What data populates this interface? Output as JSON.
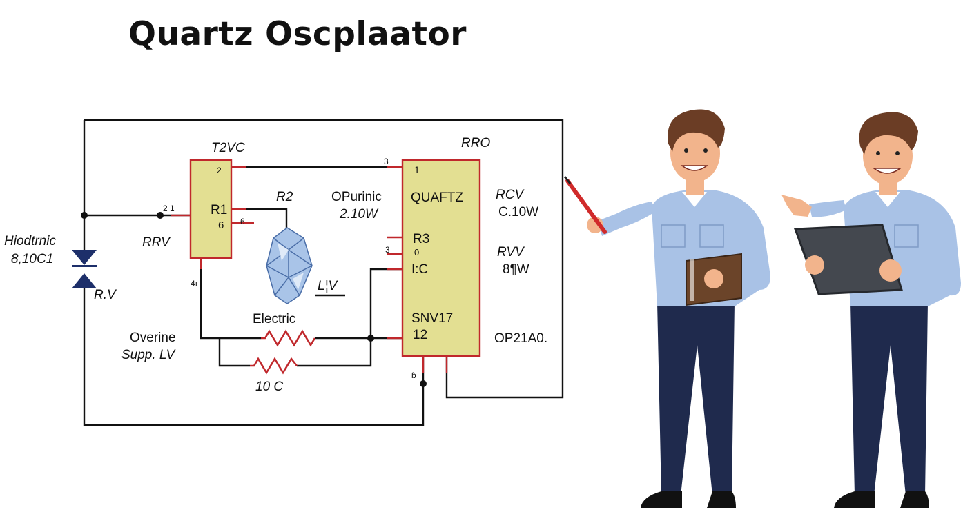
{
  "title": "Quartz Oscplaator",
  "labels": {
    "t2vc": "T2VC",
    "rro": "RRO",
    "r2": "R2",
    "opurinic": "OPurinic",
    "opurinic_val": "2.10W",
    "rcv": "RCV",
    "rcv_val": "C.10W",
    "rvv": "RVV",
    "rvv_val": "8¶W",
    "hiodtrnic": "Hiodtrnic",
    "hiodtrnic_val": "8,10C1",
    "rrv": "RRV",
    "rv": "R.V",
    "liv": "L¦V",
    "electric": "Electric",
    "overine": "Overine",
    "supp": "Supp. LV",
    "ten_c": "10 C",
    "op21a0": "OP21A0."
  },
  "chip_small": {
    "pin_top": "2",
    "name": "R1",
    "pin_mid": "6"
  },
  "chip_main": {
    "pin_1": "1",
    "name": "QUAFTZ",
    "r3": "R3",
    "r3_val": "0",
    "ic": "I:C",
    "part": "SNV17",
    "pin_12": "12"
  },
  "pins": {
    "p21": "2 1",
    "p6": "6",
    "p4": "4ı",
    "p3_top": "3",
    "p3_left": "3",
    "p6_bottom": "ɓ"
  },
  "colors": {
    "wire": "#111111",
    "pin_wire": "#c0282c",
    "chip_fill": "#e3df92",
    "chip_border": "#c0282c",
    "crystal": "#a9c4e8",
    "diode": "#1d2f6a",
    "shirt": "#a9c2e6",
    "trousers": "#1f2a4d",
    "hair": "#6b3d25",
    "skin": "#f2b48c"
  },
  "icons": [
    "crystal-icon",
    "diode-icon",
    "resistor-icon",
    "engineer-with-pen",
    "engineer-with-tablet"
  ]
}
